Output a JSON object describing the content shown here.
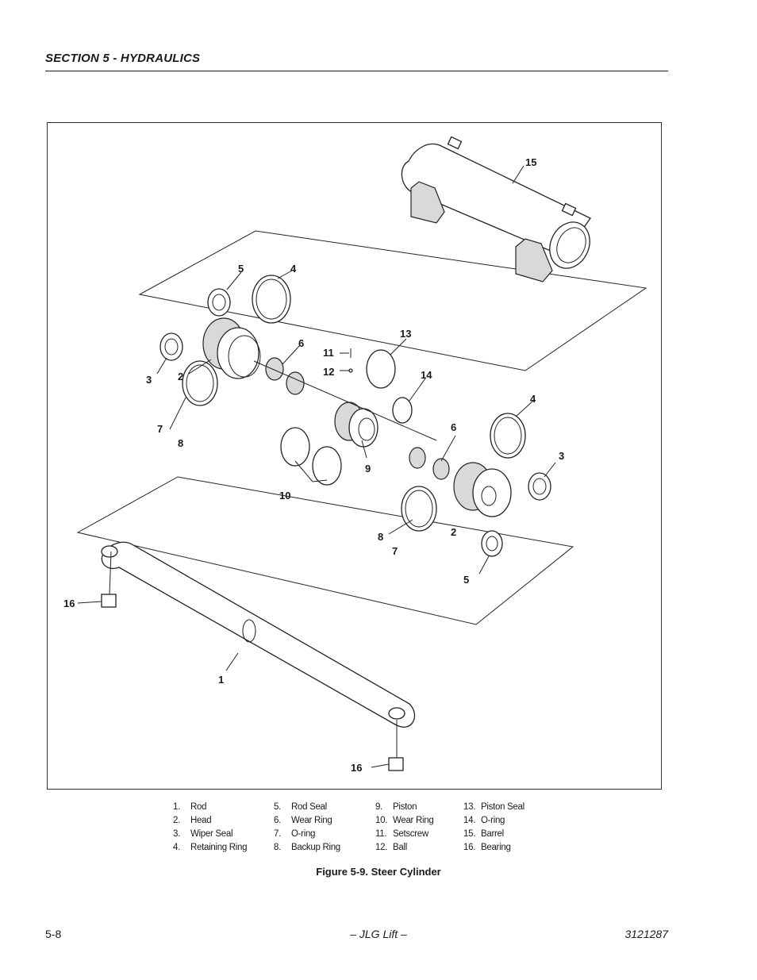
{
  "header": {
    "section_title": "SECTION 5 - HYDRAULICS"
  },
  "figure": {
    "callouts": {
      "c15": "15",
      "c5a": "5",
      "c4a": "4",
      "c3a": "3",
      "c2a": "2",
      "c6a": "6",
      "c11": "11",
      "c12": "12",
      "c13": "13",
      "c14": "14",
      "c7a": "7",
      "c8a": "8",
      "c10": "10",
      "c9": "9",
      "c6b": "6",
      "c4b": "4",
      "c3b": "3",
      "c2b": "2",
      "c8b": "8",
      "c7b": "7",
      "c5b": "5",
      "c16a": "16",
      "c1": "1",
      "c16b": "16"
    },
    "legend": [
      {
        "num": "1.",
        "label": "Rod"
      },
      {
        "num": "2.",
        "label": "Head"
      },
      {
        "num": "3.",
        "label": "Wiper Seal"
      },
      {
        "num": "4.",
        "label": "Retaining Ring"
      },
      {
        "num": "5.",
        "label": "Rod Seal"
      },
      {
        "num": "6.",
        "label": "Wear Ring"
      },
      {
        "num": "7.",
        "label": "O-ring"
      },
      {
        "num": "8.",
        "label": "Backup Ring"
      },
      {
        "num": "9.",
        "label": "Piston"
      },
      {
        "num": "10.",
        "label": "Wear Ring"
      },
      {
        "num": "11.",
        "label": "Setscrew"
      },
      {
        "num": "12.",
        "label": "Ball"
      },
      {
        "num": "13.",
        "label": "Piston Seal"
      },
      {
        "num": "14.",
        "label": "O-ring"
      },
      {
        "num": "15.",
        "label": "Barrel"
      },
      {
        "num": "16.",
        "label": "Bearing"
      }
    ],
    "caption": "Figure 5-9.  Steer Cylinder"
  },
  "footer": {
    "page_number": "5-8",
    "center_text": "– JLG Lift –",
    "doc_number": "3121287"
  }
}
